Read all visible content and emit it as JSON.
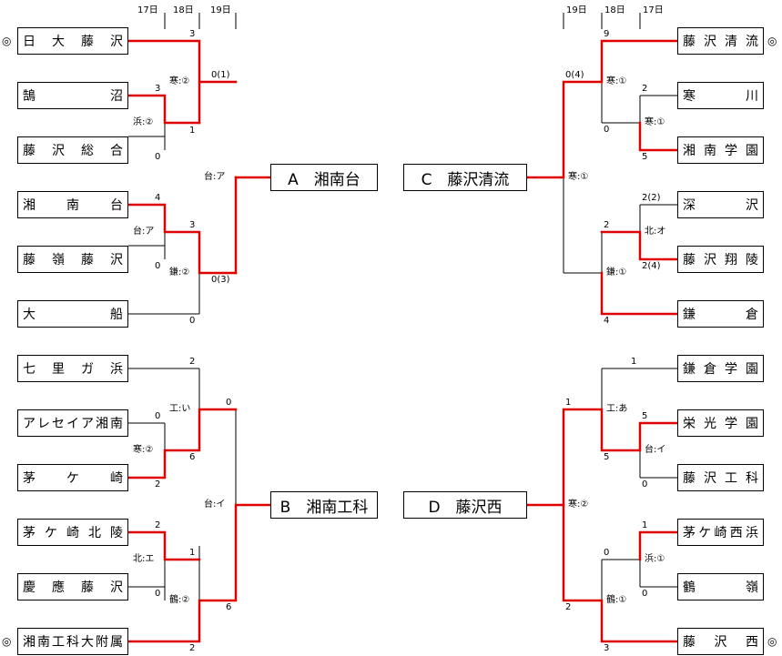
{
  "dates": {
    "left": [
      "17日",
      "18日",
      "19日"
    ],
    "right": [
      "19日",
      "18日",
      "17日"
    ]
  },
  "mark": "◎",
  "teams": [
    "日大藤沢",
    "鵠沼",
    "藤沢総合",
    "湘南台",
    "藤嶺藤沢",
    "大船",
    "七里ガ浜",
    "アレセイア湘南",
    "茅ケ崎",
    "茅ケ崎北陵",
    "慶應藤沢",
    "湘南工科大附属",
    "藤沢清流",
    "寒川",
    "湘南学園",
    "深沢",
    "藤沢翔陵",
    "鎌倉",
    "鎌倉学園",
    "栄光学園",
    "藤沢工科",
    "茅ケ崎西浜",
    "鶴嶺",
    "藤沢西"
  ],
  "results": {
    "A": "A　湘南台",
    "B": "B　湘南工科",
    "C": "C　藤沢清流",
    "D": "D　藤沢西"
  },
  "scores": {
    "A": [
      "3",
      "3",
      "1",
      "0",
      "0(1)",
      "4",
      "0",
      "3",
      "0(3)",
      "0"
    ],
    "B": [
      "2",
      "0",
      "6",
      "2",
      "0",
      "2",
      "0",
      "1",
      "6",
      "2"
    ],
    "C": [
      "9",
      "2",
      "0",
      "5",
      "2(2)",
      "2(4)",
      "2",
      "4",
      "0(4)"
    ],
    "D": [
      "1",
      "5",
      "0",
      "5",
      "1",
      "0",
      "1",
      "0",
      "2",
      "3"
    ]
  },
  "venues": {
    "A": [
      "寒:②",
      "浜:②",
      "台:ア",
      "鎌:②",
      "台:ア"
    ],
    "B": [
      "寒:②",
      "工:い",
      "北:エ",
      "鶴:②",
      "台:イ"
    ],
    "C": [
      "寒:①",
      "寒:①",
      "北:オ",
      "鎌:①",
      "寒:①"
    ],
    "D": [
      "工:あ",
      "台:イ",
      "浜:①",
      "鶴:①",
      "寒:②"
    ]
  }
}
